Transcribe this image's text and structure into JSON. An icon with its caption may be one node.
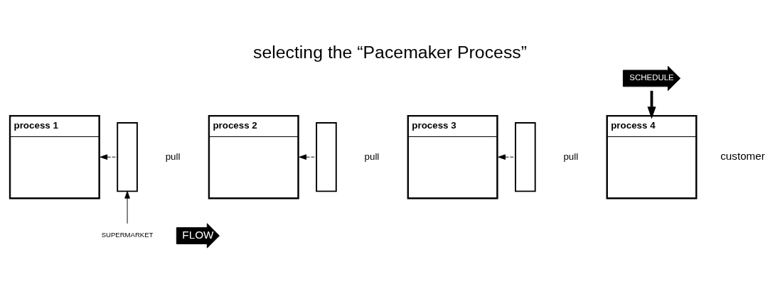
{
  "diagram": {
    "title": "selecting the “Pacemaker Process”",
    "nodes": [
      {
        "text": [
          "process 1"
        ]
      },
      {
        "text": [],
        "shape": "box"
      },
      {
        "text": [
          "process 2"
        ]
      },
      {
        "text": [],
        "shape": "box"
      },
      {
        "text": [
          "process 3"
        ]
      },
      {
        "text": [],
        "shape": "box"
      },
      {
        "text": [
          "process 4"
        ]
      },
      {
        "text": [
          "customer"
        ]
      },
      {
        "text": [
          "SUPERMARKET"
        ]
      },
      {
        "text": [
          "SCHEDULE"
        ]
      }
    ],
    "edges": [
      {
        "from": 1,
        "to": 0,
        "arrow": "to",
        "style": "dashed"
      },
      {
        "from": 3,
        "to": 2,
        "arrow": "to",
        "style": "dashed"
      },
      {
        "from": 5,
        "to": 4,
        "arrow": "to",
        "style": "dashed"
      },
      {
        "from": 8,
        "to": 1,
        "arrow": "to"
      },
      {
        "from": 9,
        "to": 6,
        "arrow": "to",
        "style": "thick"
      }
    ],
    "labels": [
      "pull",
      "pull",
      "pull",
      "FLOW"
    ]
  }
}
